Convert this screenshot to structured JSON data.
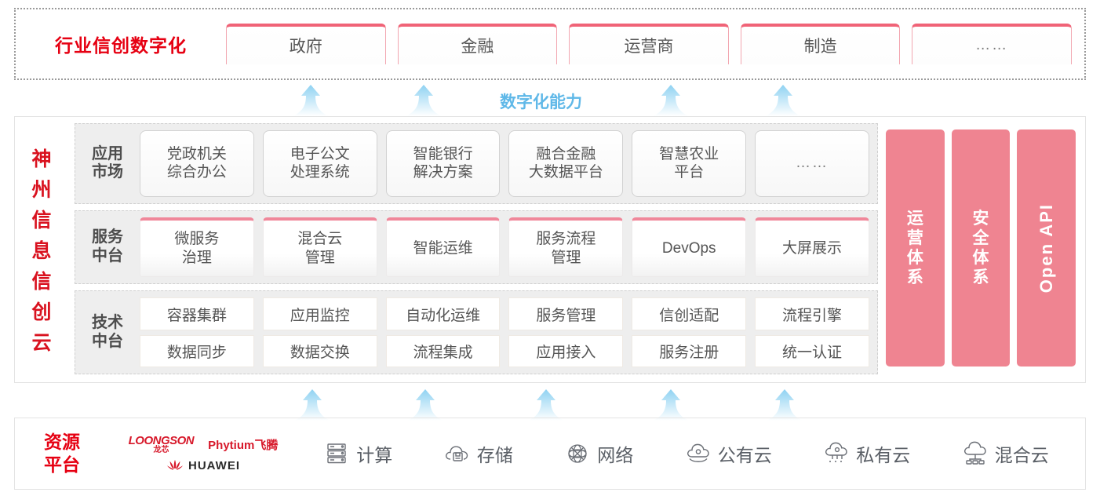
{
  "industry": {
    "title": "行业信创数字化",
    "tabs": [
      {
        "label": "政府"
      },
      {
        "label": "金融"
      },
      {
        "label": "运营商"
      },
      {
        "label": "制造"
      },
      {
        "label": "……"
      }
    ]
  },
  "capability_label": "数字化能力",
  "cloud": {
    "title_chars": [
      "神",
      "州",
      "信",
      "息",
      "信",
      "创",
      "云"
    ],
    "bands": [
      {
        "label": "应用\n市场",
        "label_lines": [
          "应用",
          "市场"
        ],
        "cards": [
          {
            "lines": [
              "党政机关",
              "综合办公"
            ]
          },
          {
            "lines": [
              "电子公文",
              "处理系统"
            ]
          },
          {
            "lines": [
              "智能银行",
              "解决方案"
            ]
          },
          {
            "lines": [
              "融合金融",
              "大数据平台"
            ]
          },
          {
            "lines": [
              "智慧农业",
              "平台"
            ]
          },
          {
            "lines": [
              "……"
            ],
            "dots": true
          }
        ]
      },
      {
        "label_lines": [
          "服务",
          "中台"
        ],
        "cards": [
          {
            "lines": [
              "微服务",
              "治理"
            ]
          },
          {
            "lines": [
              "混合云",
              "管理"
            ]
          },
          {
            "lines": [
              "智能运维"
            ]
          },
          {
            "lines": [
              "服务流程",
              "管理"
            ]
          },
          {
            "lines": [
              "DevOps"
            ]
          },
          {
            "lines": [
              "大屏展示"
            ]
          }
        ]
      },
      {
        "label_lines": [
          "技术",
          "中台"
        ],
        "rows": [
          [
            "容器集群",
            "应用监控",
            "自动化运维",
            "服务管理",
            "信创适配",
            "流程引擎"
          ],
          [
            "数据同步",
            "数据交换",
            "流程集成",
            "应用接入",
            "服务注册",
            "统一认证"
          ]
        ]
      }
    ],
    "pillars": [
      {
        "label": "运营体系",
        "chars": [
          "运",
          "营",
          "体",
          "系"
        ],
        "vertical": "cn"
      },
      {
        "label": "安全体系",
        "chars": [
          "安",
          "全",
          "体",
          "系"
        ],
        "vertical": "cn"
      },
      {
        "label": "Open API",
        "vertical": "en"
      }
    ]
  },
  "resource": {
    "title_lines": [
      "资源",
      "平台"
    ],
    "logos": [
      {
        "name": "LOONGSON",
        "en": "LOONGSON",
        "cn": "龙芯"
      },
      {
        "name": "Phytium",
        "text": "Phytium飞腾"
      },
      {
        "name": "HUAWEI",
        "text": "HUAWEI"
      }
    ],
    "items": [
      {
        "label": "计算",
        "icon": "server-icon"
      },
      {
        "label": "存储",
        "icon": "cloud-storage-icon"
      },
      {
        "label": "网络",
        "icon": "network-icon"
      },
      {
        "label": "公有云",
        "icon": "public-cloud-icon"
      },
      {
        "label": "私有云",
        "icon": "private-cloud-icon"
      },
      {
        "label": "混合云",
        "icon": "hybrid-cloud-icon"
      }
    ]
  },
  "colors": {
    "red_title": "#e60012",
    "pink_pillar": "#ef8491",
    "tab_border": "#f06377",
    "arrow_blue": "#a9dcf5",
    "capability_text": "#5fb8e8"
  }
}
